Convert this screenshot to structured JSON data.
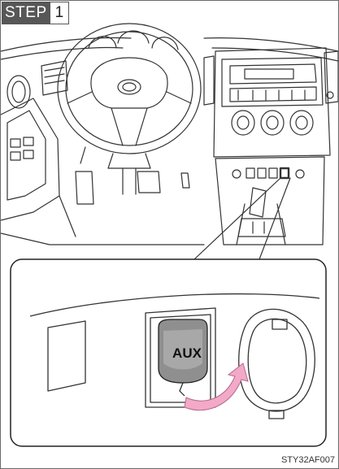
{
  "step": {
    "word": "STEP",
    "number": "1"
  },
  "jack": {
    "label": "AUX"
  },
  "figure": {
    "code": "STY32AF007"
  },
  "colors": {
    "arrow": "#f3a9c8",
    "badge": "#575757"
  },
  "icons": [
    "steering-wheel-icon",
    "aux-jack-icon",
    "curved-arrow-icon",
    "aux-cover-icon"
  ]
}
